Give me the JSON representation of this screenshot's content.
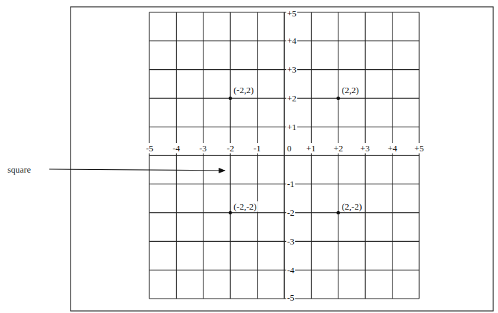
{
  "diagram": {
    "labels": [
      "-5",
      "-4",
      "-3",
      "-2",
      "-1",
      "0",
      "+1",
      "+2",
      "+3",
      "+4",
      "+5",
      "+5",
      "+4",
      "+3",
      "+2",
      "+1",
      "-1",
      "-2",
      "-3",
      "-4",
      "-5",
      "(-2,2)",
      "(2,2)",
      "(-2,-2)",
      "(2,-2)",
      "square"
    ]
  }
}
